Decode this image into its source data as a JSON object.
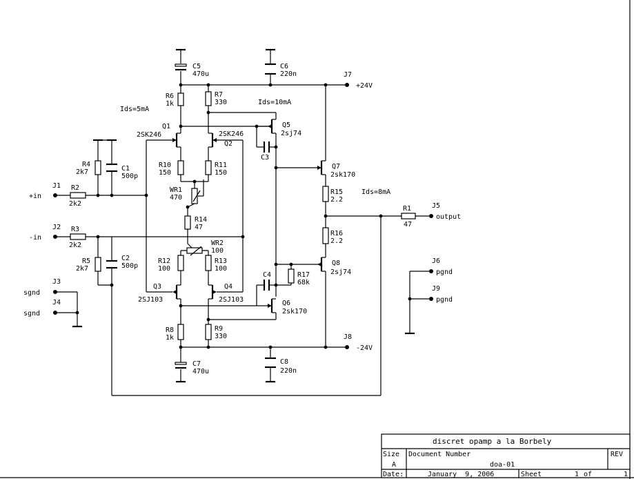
{
  "schematic": {
    "components": {
      "C5": {
        "ref": "C5",
        "value": "470u"
      },
      "C6": {
        "ref": "C6",
        "value": "220n"
      },
      "C7": {
        "ref": "C7",
        "value": "470u"
      },
      "C8": {
        "ref": "C8",
        "value": "220n"
      },
      "C1": {
        "ref": "C1",
        "value": "500p"
      },
      "C2": {
        "ref": "C2",
        "value": "500p"
      },
      "C3": {
        "ref": "C3"
      },
      "C4": {
        "ref": "C4"
      },
      "R1": {
        "ref": "R1",
        "value": "47"
      },
      "R2": {
        "ref": "R2",
        "value": "2k2"
      },
      "R3": {
        "ref": "R3",
        "value": "2k2"
      },
      "R4": {
        "ref": "R4",
        "value": "2k7"
      },
      "R5": {
        "ref": "R5",
        "value": "2k7"
      },
      "R6": {
        "ref": "R6",
        "value": "1k"
      },
      "R7": {
        "ref": "R7",
        "value": "330"
      },
      "R8": {
        "ref": "R8",
        "value": "1k"
      },
      "R9": {
        "ref": "R9",
        "value": "330"
      },
      "R10": {
        "ref": "R10",
        "value": "150"
      },
      "R11": {
        "ref": "R11",
        "value": "150"
      },
      "R12": {
        "ref": "R12",
        "value": "100"
      },
      "R13": {
        "ref": "R13",
        "value": "100"
      },
      "R14": {
        "ref": "R14",
        "value": "47"
      },
      "R15": {
        "ref": "R15",
        "value": "2.2"
      },
      "R16": {
        "ref": "R16",
        "value": "2.2"
      },
      "R17": {
        "ref": "R17",
        "value": "68k"
      },
      "WR1": {
        "ref": "WR1",
        "value": "470"
      },
      "WR2": {
        "ref": "WR2",
        "value": "100"
      },
      "Q1": {
        "ref": "Q1",
        "value": "2SK246"
      },
      "Q2": {
        "ref": "Q2",
        "value": "2SK246"
      },
      "Q3": {
        "ref": "Q3",
        "value": "2SJ103"
      },
      "Q4": {
        "ref": "Q4",
        "value": "2SJ103"
      },
      "Q5": {
        "ref": "Q5",
        "value": "2sj74"
      },
      "Q6": {
        "ref": "Q6",
        "value": "2sk170"
      },
      "Q7": {
        "ref": "Q7",
        "value": "2sk170"
      },
      "Q8": {
        "ref": "Q8",
        "value": "2sj74"
      }
    },
    "connectors": {
      "J1": {
        "ref": "J1",
        "net": "+in"
      },
      "J2": {
        "ref": "J2",
        "net": "-in"
      },
      "J3": {
        "ref": "J3",
        "net": "sgnd"
      },
      "J4": {
        "ref": "J4",
        "net": "sgnd"
      },
      "J5": {
        "ref": "J5",
        "net": "output"
      },
      "J6": {
        "ref": "J6",
        "net": "pgnd"
      },
      "J7": {
        "ref": "J7",
        "net": "+24V"
      },
      "J8": {
        "ref": "J8",
        "net": "-24V"
      },
      "J9": {
        "ref": "J9",
        "net": "pgnd"
      }
    },
    "notes": {
      "ids_input": "Ids=5mA",
      "ids_vas": "Ids=10mA",
      "ids_output": "Ids=8mA"
    }
  },
  "title_block": {
    "title": "discret opamp a la Borbely",
    "size_label": "Size",
    "size_value": "A",
    "docnum_label": "Document Number",
    "docnum_value": "doa-01",
    "rev_label": "REV",
    "date_label": "Date:",
    "date_value": "January  9, 2006",
    "sheet_label": "Sheet",
    "sheet_value": "1",
    "sheet_of": "of",
    "sheet_total": "1"
  }
}
